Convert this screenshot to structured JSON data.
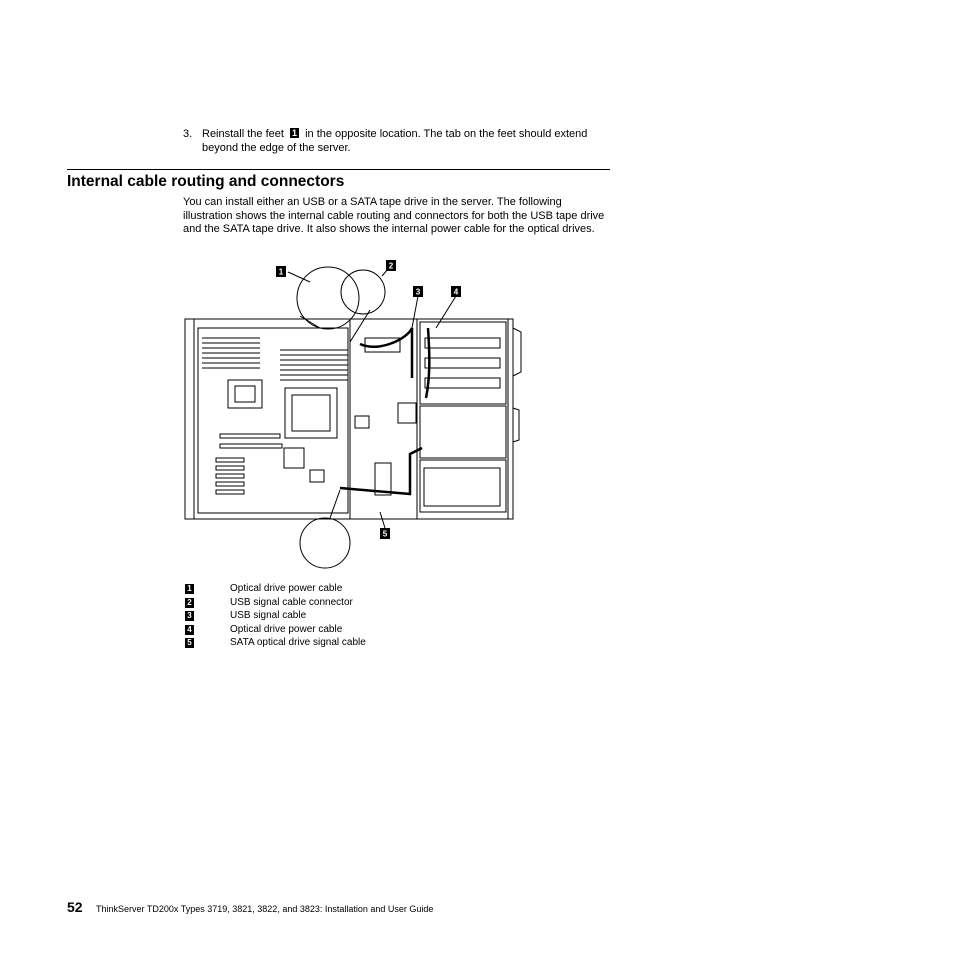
{
  "step": {
    "number": "3.",
    "before": "Reinstall the feet",
    "callout": "1",
    "after": "in the opposite location. The tab on the feet should extend beyond the edge of the server."
  },
  "section": {
    "title": "Internal cable routing and connectors",
    "intro": "You can install either an USB or a SATA tape drive in the server. The following illustration shows the internal cable routing and connectors for both the USB tape drive and the SATA tape drive. It also shows the internal power cable for the optical drives."
  },
  "figure": {
    "callouts": [
      "1",
      "2",
      "3",
      "4",
      "5"
    ]
  },
  "legend": [
    {
      "num": "1",
      "label": "Optical drive power cable"
    },
    {
      "num": "2",
      "label": "USB signal cable connector"
    },
    {
      "num": "3",
      "label": "USB signal cable"
    },
    {
      "num": "4",
      "label": "Optical drive power cable"
    },
    {
      "num": "5",
      "label": "SATA optical drive signal cable"
    }
  ],
  "footer": {
    "page_number": "52",
    "doc_title": "ThinkServer TD200x Types 3719, 3821, 3822, and 3823:  Installation and User Guide"
  }
}
